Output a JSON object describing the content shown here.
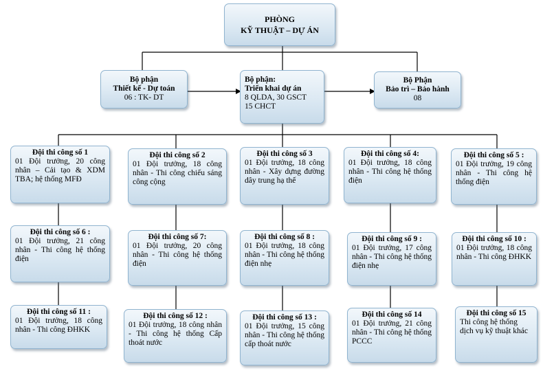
{
  "root": {
    "line1": "PHÒNG",
    "line2": "KỸ THUẬT – DỰ ÁN"
  },
  "departments": [
    {
      "title": "Bộ phận",
      "subtitle": "Thiết kế - Dự toán",
      "detail": "06 : TK- DT"
    },
    {
      "title": "Bộ phận:",
      "subtitle": "Triển khai dự án",
      "detail1": "8 QLDA, 30 GSCT",
      "detail2": "15 CHCT"
    },
    {
      "title": "Bộ Phận",
      "subtitle": "Bảo trì – Bảo hành",
      "detail": "08"
    }
  ],
  "teams": [
    {
      "title": "Đội thi công số 1",
      "desc": "01 Đội trưởng, 20 công nhân – Cải tạo & XDM TBA; hệ thống MFĐ"
    },
    {
      "title": "Đội thi công số 2",
      "desc": "01 Đội trưởng, 18 công nhân - Thi công chiếu sáng công cộng"
    },
    {
      "title": "Đội thi công số 3",
      "desc": "01 Đội trưởng, 18 công nhân - Xây dựng đường dây trung hạ thế"
    },
    {
      "title": "Đội thi công số 4:",
      "desc": "01 Đội trưởng, 18 công nhân - Thi công hệ thống điện"
    },
    {
      "title": "Đội thi công số 5 :",
      "desc": "01 Đội trưởng, 19 công nhân - Thi công hệ thống điện"
    },
    {
      "title": "Đội thi công số 6 :",
      "desc": "01 Đội trưởng, 21 công nhân - Thi công hệ thống điện"
    },
    {
      "title": "Đội thi công số 7:",
      "desc": "01 Đội trưởng, 20 công nhân - Thi công hệ thống điện"
    },
    {
      "title": "Đội thi công số 8 :",
      "desc": "01 Đội trưởng, 18 công nhân - Thi công hệ thống điện nhẹ"
    },
    {
      "title": "Đội thi công số 9 :",
      "desc": "01 Đội trưởng, 17 công nhân - Thi công hệ thống điện nhẹ"
    },
    {
      "title": "Đội thi công số 10 :",
      "desc": "01 Đội trưởng, 18 công nhân - Thi công ĐHKK"
    },
    {
      "title": "Đội thi công số 11 :",
      "desc": "01 Đội trưởng, 18 công nhân - Thi công ĐHKK"
    },
    {
      "title": "Đội thi công số 12 :",
      "desc": "01 Đội trưởng, 18 công nhân - Thi công hệ thống Cấp thoát nước"
    },
    {
      "title": "Đội thi công số 13 :",
      "desc": "01 Đội trưởng, 15 công nhân - Thi công hệ thống cấp thoát nước"
    },
    {
      "title": "Đội thi công số 14",
      "desc": "01 Đội trưởng, 21 công nhân - Thi công hệ thống PCCC"
    },
    {
      "title": "Đội thi công số 15",
      "desc": "Thi công hệ thống dịch vụ kỹ thuật khác"
    }
  ]
}
